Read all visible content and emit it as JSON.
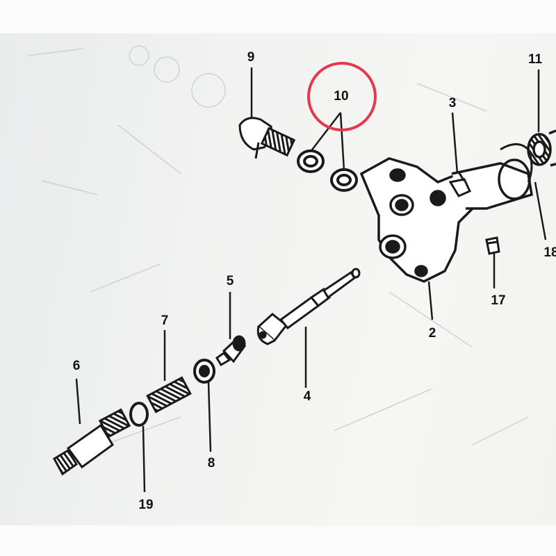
{
  "diagram": {
    "type": "exploded-parts-diagram",
    "highlight_color": "#e23a4a",
    "ink_color": "#1a1a1a",
    "highlighted_part": "10",
    "part_labels": [
      "2",
      "3",
      "4",
      "5",
      "6",
      "7",
      "8",
      "9",
      "10",
      "11",
      "17",
      "18",
      "19"
    ]
  }
}
